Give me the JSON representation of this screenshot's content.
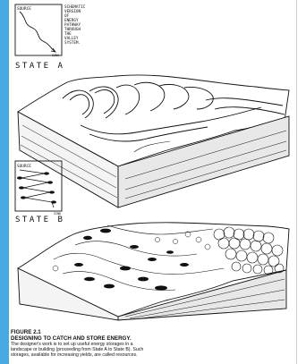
{
  "figure": {
    "inset_a": {
      "source_label": "SOURCE",
      "sink_label": "SINK",
      "note_lines": [
        "SCHEMATIC",
        "VERSION",
        "OF",
        "ENERGY",
        "PATHWAY",
        "THROUGH",
        "THE",
        "VALLEY",
        "SYSTEM."
      ],
      "state_label": "STATE A"
    },
    "inset_b": {
      "source_label": "SOURCE",
      "sink_label": "SINK",
      "state_label": "STATE B"
    }
  },
  "caption": {
    "number": "FIGURE 2.1",
    "title": "DESIGNING TO CATCH AND STORE ENERGY.",
    "body_lines": [
      "The designer's work is to set up useful energy storages in a",
      "landscape or building (proceeding from State A to State B). Such",
      "storages, available for increasing yields, are called resources."
    ]
  },
  "colors": {
    "sidebar": "#49a9e3",
    "ink": "#111111"
  }
}
